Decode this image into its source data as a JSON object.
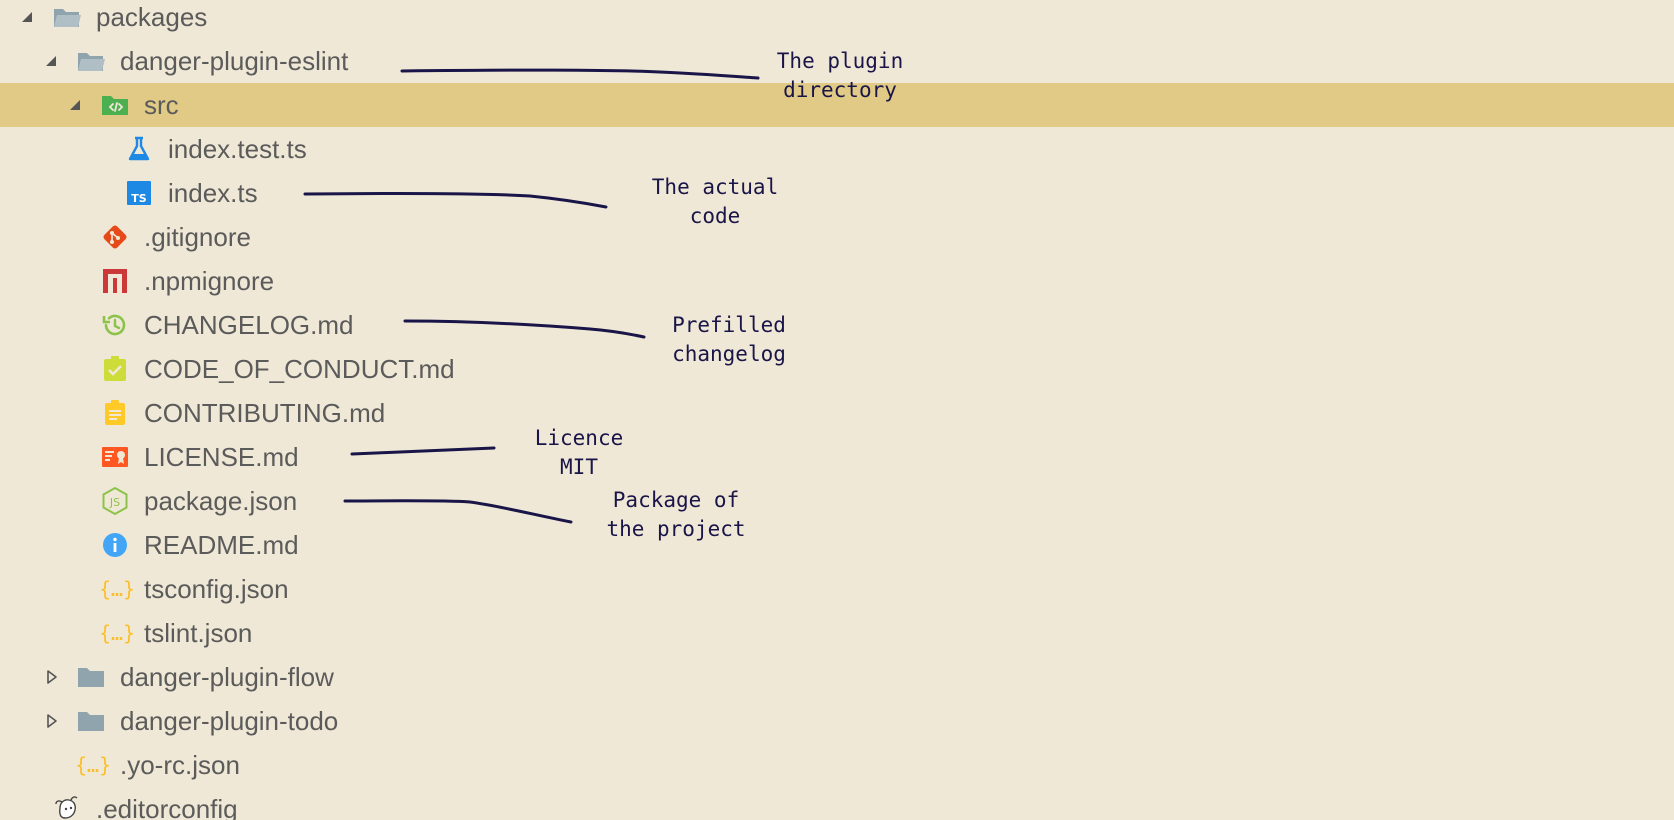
{
  "tree": [
    {
      "label": "packages",
      "depth": 0,
      "twisty": "expanded",
      "icon": "folder-open-icon"
    },
    {
      "label": "danger-plugin-eslint",
      "depth": 1,
      "twisty": "expanded",
      "icon": "folder-open-icon"
    },
    {
      "label": "src",
      "depth": 2,
      "twisty": "expanded",
      "icon": "folder-src-icon",
      "selected": true
    },
    {
      "label": "index.test.ts",
      "depth": 3,
      "twisty": "none",
      "icon": "test-flask-icon"
    },
    {
      "label": "index.ts",
      "depth": 3,
      "twisty": "none",
      "icon": "typescript-icon"
    },
    {
      "label": ".gitignore",
      "depth": 2,
      "twisty": "none",
      "icon": "git-icon"
    },
    {
      "label": ".npmignore",
      "depth": 2,
      "twisty": "none",
      "icon": "npm-icon"
    },
    {
      "label": "CHANGELOG.md",
      "depth": 2,
      "twisty": "none",
      "icon": "changelog-history-icon"
    },
    {
      "label": "CODE_OF_CONDUCT.md",
      "depth": 2,
      "twisty": "none",
      "icon": "conduct-check-icon"
    },
    {
      "label": "CONTRIBUTING.md",
      "depth": 2,
      "twisty": "none",
      "icon": "contributing-clipboard-icon"
    },
    {
      "label": "LICENSE.md",
      "depth": 2,
      "twisty": "none",
      "icon": "license-certificate-icon"
    },
    {
      "label": "package.json",
      "depth": 2,
      "twisty": "none",
      "icon": "nodejs-icon"
    },
    {
      "label": "README.md",
      "depth": 2,
      "twisty": "none",
      "icon": "info-icon"
    },
    {
      "label": "tsconfig.json",
      "depth": 2,
      "twisty": "none",
      "icon": "json-braces-icon"
    },
    {
      "label": "tslint.json",
      "depth": 2,
      "twisty": "none",
      "icon": "json-braces-icon"
    },
    {
      "label": "danger-plugin-flow",
      "depth": 1,
      "twisty": "collapsed",
      "icon": "folder-closed-icon"
    },
    {
      "label": "danger-plugin-todo",
      "depth": 1,
      "twisty": "collapsed",
      "icon": "folder-closed-icon"
    },
    {
      "label": ".yo-rc.json",
      "depth": 1,
      "twisty": "none",
      "icon": "json-braces-icon"
    },
    {
      "label": ".editorconfig",
      "depth": 0,
      "twisty": "none",
      "icon": "editorconfig-mouse-icon"
    }
  ],
  "annotations": [
    {
      "id": "plugin-directory",
      "text": "The plugin\ndirectory",
      "target_row": 1
    },
    {
      "id": "actual-code",
      "text": "The actual\ncode",
      "target_row": 4
    },
    {
      "id": "prefilled-changelog",
      "text": "Prefilled\nchangelog",
      "target_row": 7
    },
    {
      "id": "licence-mit",
      "text": "Licence\nMIT",
      "target_row": 10
    },
    {
      "id": "package-of-project",
      "text": "Package of\nthe project",
      "target_row": 11
    }
  ],
  "colors": {
    "background": "#f0e8d6",
    "selection": "#e0ca86",
    "label_text": "#5b5b5b",
    "annotation_ink": "#1a1548",
    "folder": "#90a4ae",
    "src_folder": "#4caf50",
    "typescript": "#1e88e5",
    "git": "#e64a19",
    "npm": "#cb3837",
    "changelog": "#8bc34a",
    "conduct": "#cddc39",
    "contributing": "#ffca28",
    "license": "#ff5722",
    "nodejs": "#8bc34a",
    "info": "#42a5f5",
    "json": "#fbc02d"
  }
}
